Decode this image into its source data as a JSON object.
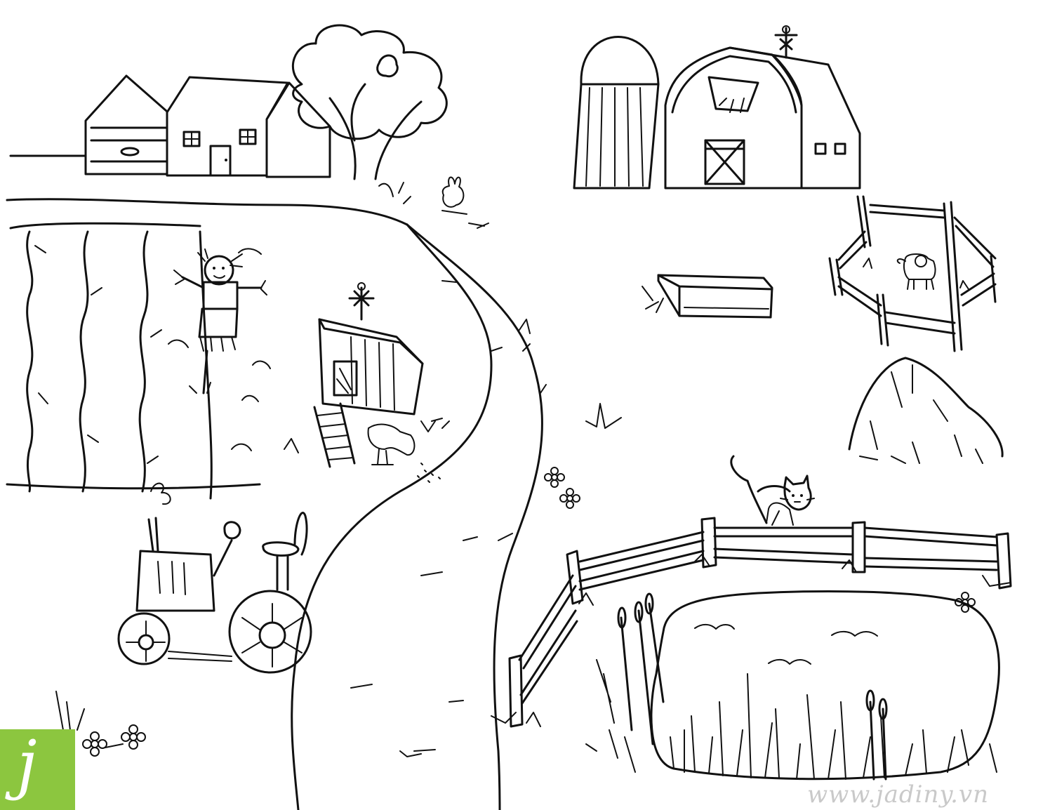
{
  "watermark": {
    "text": "www.jadiny.vn",
    "color": "#c9c9c9"
  },
  "logo": {
    "letter": "j",
    "badge_color": "#8cc63f"
  },
  "scene": {
    "style": "black line art coloring page",
    "objects": [
      "farmhouse",
      "tree",
      "silo",
      "barn",
      "weather-vane",
      "pig-pen",
      "pig",
      "trough",
      "haystack",
      "crop-field",
      "scarecrow",
      "chicken-coop",
      "chicken",
      "tractor",
      "dirt-road",
      "wooden-fence",
      "cat",
      "pond",
      "cattails",
      "flowers",
      "rabbit"
    ]
  }
}
